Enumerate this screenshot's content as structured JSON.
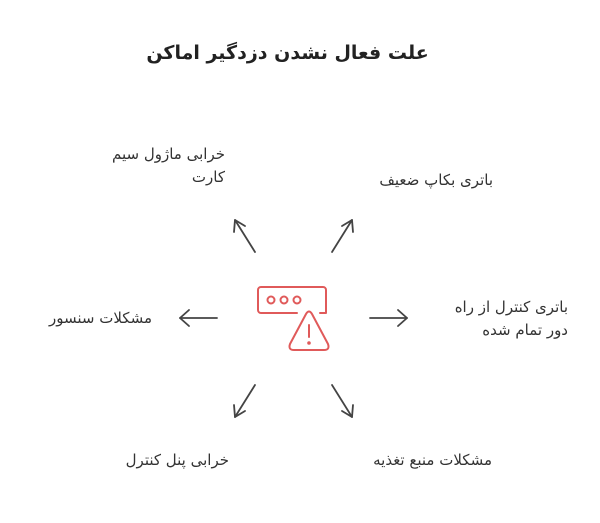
{
  "title": "علت فعال نشدن دزدگیر اماکن",
  "center_icon": "alarm-panel-warning-icon",
  "accent_color": "#e05a5a",
  "causes": [
    {
      "lines": [
        "خرابی ماژول سیم",
        "کارت"
      ]
    },
    {
      "lines": [
        "باتری بکاپ ضعیف"
      ]
    },
    {
      "lines": [
        "مشکلات سنسور"
      ]
    },
    {
      "lines": [
        "باتری کنترل از راه",
        "دور تمام شده"
      ]
    },
    {
      "lines": [
        "خرابی پنل کنترل"
      ]
    },
    {
      "lines": [
        "مشکلات منبع تغذیه"
      ]
    }
  ]
}
